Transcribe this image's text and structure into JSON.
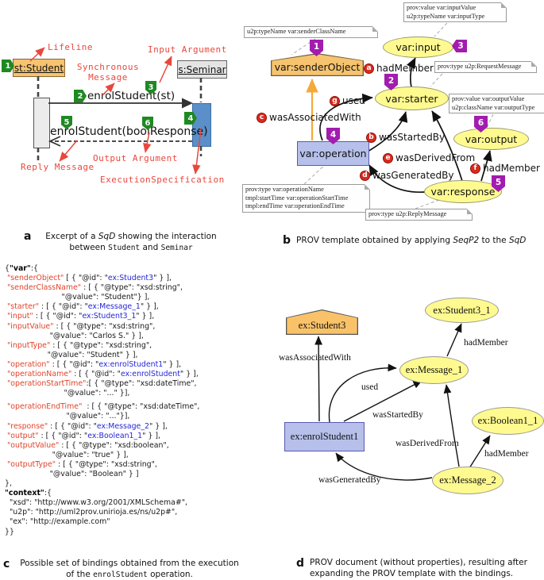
{
  "palette": {
    "agent_fill": "#F6C36F",
    "entity_fill": "#FFFA90",
    "activity_fill": "#B6C0EA",
    "exec_bar_blue": "#5B8FC9",
    "badge_green": "#1F8A1F",
    "badge_purple": "#A21CAF",
    "badge_red": "#D92B1F",
    "annotation_red": "#E8483C",
    "assoc_arrow_orange": "#F5A93B",
    "json_key_red": "#E0442C",
    "json_id_blue": "#2626D8"
  },
  "figA": {
    "badges": [
      "1",
      "2",
      "3",
      "4",
      "5",
      "6"
    ],
    "objects": {
      "student": "st:Student",
      "seminar": "s:Seminar"
    },
    "messages": {
      "call": "enrolStudent(st)",
      "reply": "enrolStudent(boolResponse)"
    },
    "labels": {
      "lifeline": "Lifeline",
      "sync": "Synchronous Message",
      "input": "Input Argument",
      "reply": "Reply Message",
      "output": "Output Argument",
      "exec": "ExecutionSpecification"
    }
  },
  "figB": {
    "badges": [
      "1",
      "2",
      "3",
      "4",
      "5",
      "6"
    ],
    "nodes": {
      "senderObject": "var:senderObject",
      "input": "var:input",
      "starter": "var:starter",
      "operation": "var:operation",
      "output": "var:output",
      "response": "var:response"
    },
    "edges": {
      "hadMemberInput": {
        "badge": "a",
        "label": "hadMember"
      },
      "wasStartedBy": {
        "badge": "b",
        "label": "wasStartedBy"
      },
      "wasAssociatedWith": {
        "badge": "c",
        "label": "wasAssociatedWith"
      },
      "wasGeneratedBy": {
        "badge": "d",
        "label": "wasGeneratedBy"
      },
      "wasDerivedFrom": {
        "badge": "e",
        "label": "wasDerivedFrom"
      },
      "hadMemberOutput": {
        "badge": "f",
        "label": "hadMember"
      },
      "used": {
        "badge": "g",
        "label": "used"
      }
    },
    "notes": {
      "senderClassName": [
        "u2p:typeName var:senderClassName"
      ],
      "input": [
        "prov:value var:inputValue",
        "u2p:typeName var:inputType"
      ],
      "request": [
        "prov:type u2p:RequestMessage"
      ],
      "output": [
        "prov:value var:outputValue",
        "u2p:className var:outputType"
      ],
      "operation": [
        "prov:type var:operationName",
        "tmpl:startTime var:operationStartTime",
        "tmpl:endTime var:operationEndTime"
      ],
      "reply": [
        "prov:type u2p:ReplyMessage"
      ]
    }
  },
  "figC": {
    "lines": [
      [
        [
          "p",
          "{"
        ],
        [
          "jb",
          "\"var\""
        ],
        [
          "p",
          ":{"
        ]
      ],
      [
        [
          "p",
          " "
        ],
        [
          "jk",
          "\"senderObject\""
        ],
        [
          "p",
          " [ { \"@id\": \""
        ],
        [
          "ji",
          "ex:Student3"
        ],
        [
          "p",
          "\" } ],"
        ]
      ],
      [
        [
          "p",
          " "
        ],
        [
          "jk",
          "\"senderClassName\""
        ],
        [
          "p",
          " : [ { \"@type\": \"xsd:string\","
        ]
      ],
      [
        [
          "p",
          "                        \"@value\": \"Student\"} ],"
        ]
      ],
      [
        [
          "p",
          " "
        ],
        [
          "jk",
          "\"starter\""
        ],
        [
          "p",
          " : [ { \"@id\": \""
        ],
        [
          "ji",
          "ex:Message_1"
        ],
        [
          "p",
          "\" } ],"
        ]
      ],
      [
        [
          "p",
          " "
        ],
        [
          "jk",
          "\"input\""
        ],
        [
          "p",
          " : [ { \"@id\": \""
        ],
        [
          "ji",
          "ex:Student3_1"
        ],
        [
          "p",
          "\" } ],"
        ]
      ],
      [
        [
          "p",
          " "
        ],
        [
          "jk",
          "\"inputValue\""
        ],
        [
          "p",
          " : [ { \"@type\": \"xsd:string\","
        ]
      ],
      [
        [
          "p",
          "                   \"@value\": \"Carlos S.\" } ],"
        ]
      ],
      [
        [
          "p",
          " "
        ],
        [
          "jk",
          "\"inputType\""
        ],
        [
          "p",
          " : [ { \"@type\": \"xsd:string\","
        ]
      ],
      [
        [
          "p",
          "                  \"@value\": \"Student\" } ],"
        ]
      ],
      [
        [
          "p",
          " "
        ],
        [
          "jk",
          "\"operation\""
        ],
        [
          "p",
          " : [ { \"@id\": \""
        ],
        [
          "ji",
          "ex:enrolStudent1"
        ],
        [
          "p",
          "\" } ],"
        ]
      ],
      [
        [
          "p",
          " "
        ],
        [
          "jk",
          "\"operationName\""
        ],
        [
          "p",
          " : [ { \"@id\": \""
        ],
        [
          "ji",
          "ex:enrolStudent"
        ],
        [
          "p",
          "\" } ],"
        ]
      ],
      [
        [
          "p",
          " "
        ],
        [
          "jk",
          "\"operationStartTime\""
        ],
        [
          "p",
          ":[ { \"@type\": \"xsd:dateTime\","
        ]
      ],
      [
        [
          "p",
          "                         \"@value\": \"...\" }],"
        ]
      ],
      [],
      [
        [
          "p",
          " "
        ],
        [
          "jk",
          "\"operationEndTime\""
        ],
        [
          "p",
          "  : [ { \"@type\": \"xsd:dateTime\","
        ]
      ],
      [
        [
          "p",
          "                          \"@value\": \"...\"}],"
        ]
      ],
      [
        [
          "p",
          " "
        ],
        [
          "jk",
          "\"response\""
        ],
        [
          "p",
          " : [ { \"@id\": \""
        ],
        [
          "ji",
          "ex:Message_2"
        ],
        [
          "p",
          "\" } ],"
        ]
      ],
      [
        [
          "p",
          " "
        ],
        [
          "jk",
          "\"output\""
        ],
        [
          "p",
          " : [ { \"@id\": \""
        ],
        [
          "ji",
          "ex:Boolean1_1"
        ],
        [
          "p",
          "\" } ],"
        ]
      ],
      [
        [
          "p",
          " "
        ],
        [
          "jk",
          "\"outputValue\""
        ],
        [
          "p",
          " : [ { \"@type\": \"xsd:boolean\","
        ]
      ],
      [
        [
          "p",
          "                    \"@value\": \"true\" } ],"
        ]
      ],
      [
        [
          "p",
          " "
        ],
        [
          "jk",
          "\"outputType\""
        ],
        [
          "p",
          " : [ { \"@type\": \"xsd:string\","
        ]
      ],
      [
        [
          "p",
          "                   \"@value\": \"Boolean\" } ]"
        ]
      ],
      [
        [
          "p",
          "},"
        ]
      ],
      [
        [
          "jb",
          "\"context\""
        ],
        [
          "p",
          ":{"
        ]
      ],
      [
        [
          "p",
          "  \"xsd\": \"http://www.w3.org/2001/XMLSchema#\","
        ]
      ],
      [
        [
          "p",
          "  \"u2p\": \"http://uml2prov.unirioja.es/ns/u2p#\","
        ]
      ],
      [
        [
          "p",
          "  \"ex\": \"http://example.com\""
        ]
      ],
      [
        [
          "p",
          "}}"
        ]
      ]
    ]
  },
  "figD": {
    "nodes": {
      "student3": "ex:Student3",
      "student3_1": "ex:Student3_1",
      "message1": "ex:Message_1",
      "boolean1_1": "ex:Boolean1_1",
      "enrolStudent1": "ex:enrolStudent1",
      "message2": "ex:Message_2"
    },
    "edgeLabels": {
      "wasAssociatedWith": "wasAssociatedWith",
      "hadMember1": "hadMember",
      "used": "used",
      "wasStartedBy": "wasStartedBy",
      "wasDerivedFrom": "wasDerivedFrom",
      "hadMember2": "hadMember",
      "wasGeneratedBy": "wasGeneratedBy"
    }
  },
  "captions": {
    "a": {
      "letter": "a",
      "seg1": "Excerpt of a ",
      "seg2": "SqD",
      "seg3": " showing the interaction",
      "seg4": "between ",
      "seg5": "Student",
      "seg6": " and ",
      "seg7": "Seminar"
    },
    "b": {
      "letter": "b",
      "seg1": "PROV template obtained by applying ",
      "seg2": "SeqP2",
      "seg3": " to the ",
      "seg4": "SqD"
    },
    "c": {
      "letter": "c",
      "seg1": "Possible set of bindings obtained from the execution",
      "seg2": "of the ",
      "seg3": "enrolStudent",
      "seg4": " operation."
    },
    "d": {
      "letter": "d",
      "seg1": "PROV document (without properties), resulting after",
      "seg2": "expanding the PROV template with the bindings."
    }
  }
}
